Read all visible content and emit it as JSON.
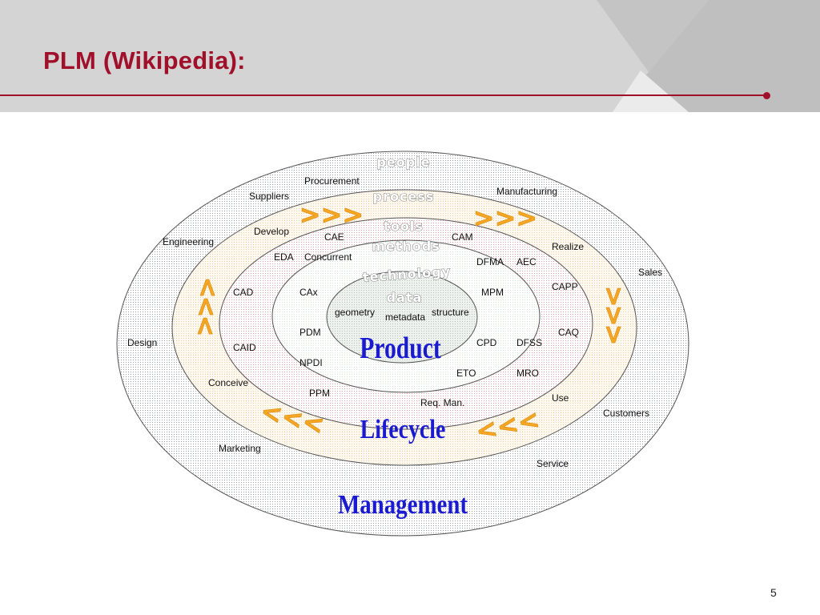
{
  "slide": {
    "title": "PLM (Wikipedia):",
    "page_number": "5"
  },
  "colors": {
    "title": "#a0102b",
    "header_band": "#d4d4d4",
    "big_words": "#1a1ad0",
    "arrows": "#f5a623"
  },
  "diagram": {
    "ring_titles": {
      "people": "people",
      "process": "process",
      "tools": "tools",
      "methods": "methods",
      "technology": "technology",
      "data": "data"
    },
    "big_words": {
      "product": "Product",
      "lifecycle": "Lifecycle",
      "management": "Management"
    },
    "arrows": {
      "top_left": ">>>",
      "top_right": ">>>",
      "right": ">",
      "bottom_right": "<<<",
      "bottom_left": "<<<",
      "left": "<"
    },
    "labels": {
      "procurement": "Procurement",
      "suppliers": "Suppliers",
      "manufacturing": "Manufacturing",
      "engineering": "Engineering",
      "realize": "Realize",
      "sales": "Sales",
      "design": "Design",
      "marketing": "Marketing",
      "customers": "Customers",
      "service": "Service",
      "develop": "Develop",
      "cae": "CAE",
      "cam": "CAM",
      "eda": "EDA",
      "concurrent": "Concurrent",
      "dfma": "DFMA",
      "aec": "AEC",
      "cad": "CAD",
      "cax": "CAx",
      "mpm": "MPM",
      "capp": "CAPP",
      "geometry": "geometry",
      "metadata": "metadata",
      "structure": "structure",
      "pdm": "PDM",
      "cpd": "CPD",
      "dfss": "DFSS",
      "caq": "CAQ",
      "caid": "CAID",
      "npdi": "NPDI",
      "eto": "ETO",
      "mro": "MRO",
      "conceive": "Conceive",
      "ppm": "PPM",
      "req_man": "Req. Man.",
      "use": "Use"
    }
  }
}
